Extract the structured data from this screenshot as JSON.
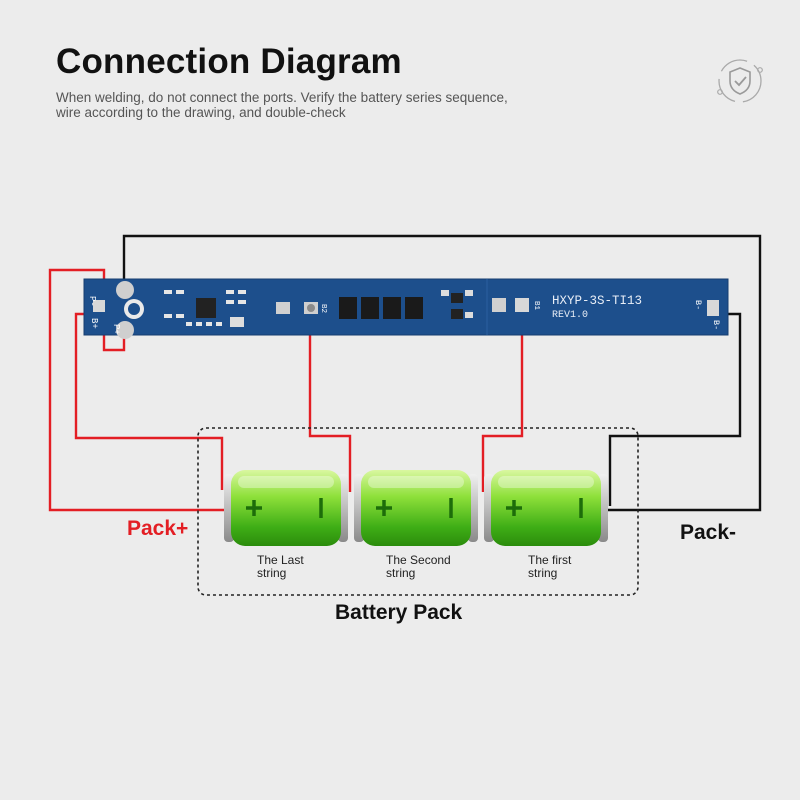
{
  "header": {
    "title": "Connection Diagram",
    "subtitle_line1": "When welding, do not connect the ports. Verify the battery series sequence,",
    "subtitle_line2": "wire according to the drawing, and double-check"
  },
  "badge": {
    "icon": "shield-check-icon"
  },
  "board": {
    "model": "HXYP-3S-TI13",
    "rev": "REV1.0",
    "pads": {
      "p_minus": "P-",
      "b_plus": "B+",
      "p_plus": "P+",
      "b2": "B2",
      "b1": "B1",
      "b_minus_top": "B-",
      "b_minus_bottom": "B-"
    },
    "colors": {
      "pcb": "#1d4f8c",
      "red_wire": "#e31e24",
      "black_wire": "#111111"
    }
  },
  "cells": [
    {
      "caption_line1": "The Last",
      "caption_line2": "string"
    },
    {
      "caption_line1": "The Second",
      "caption_line2": "string"
    },
    {
      "caption_line1": "The first",
      "caption_line2": "string"
    }
  ],
  "labels": {
    "pack_plus": "Pack+",
    "pack_minus": "Pack-",
    "battery_pack": "Battery Pack"
  }
}
